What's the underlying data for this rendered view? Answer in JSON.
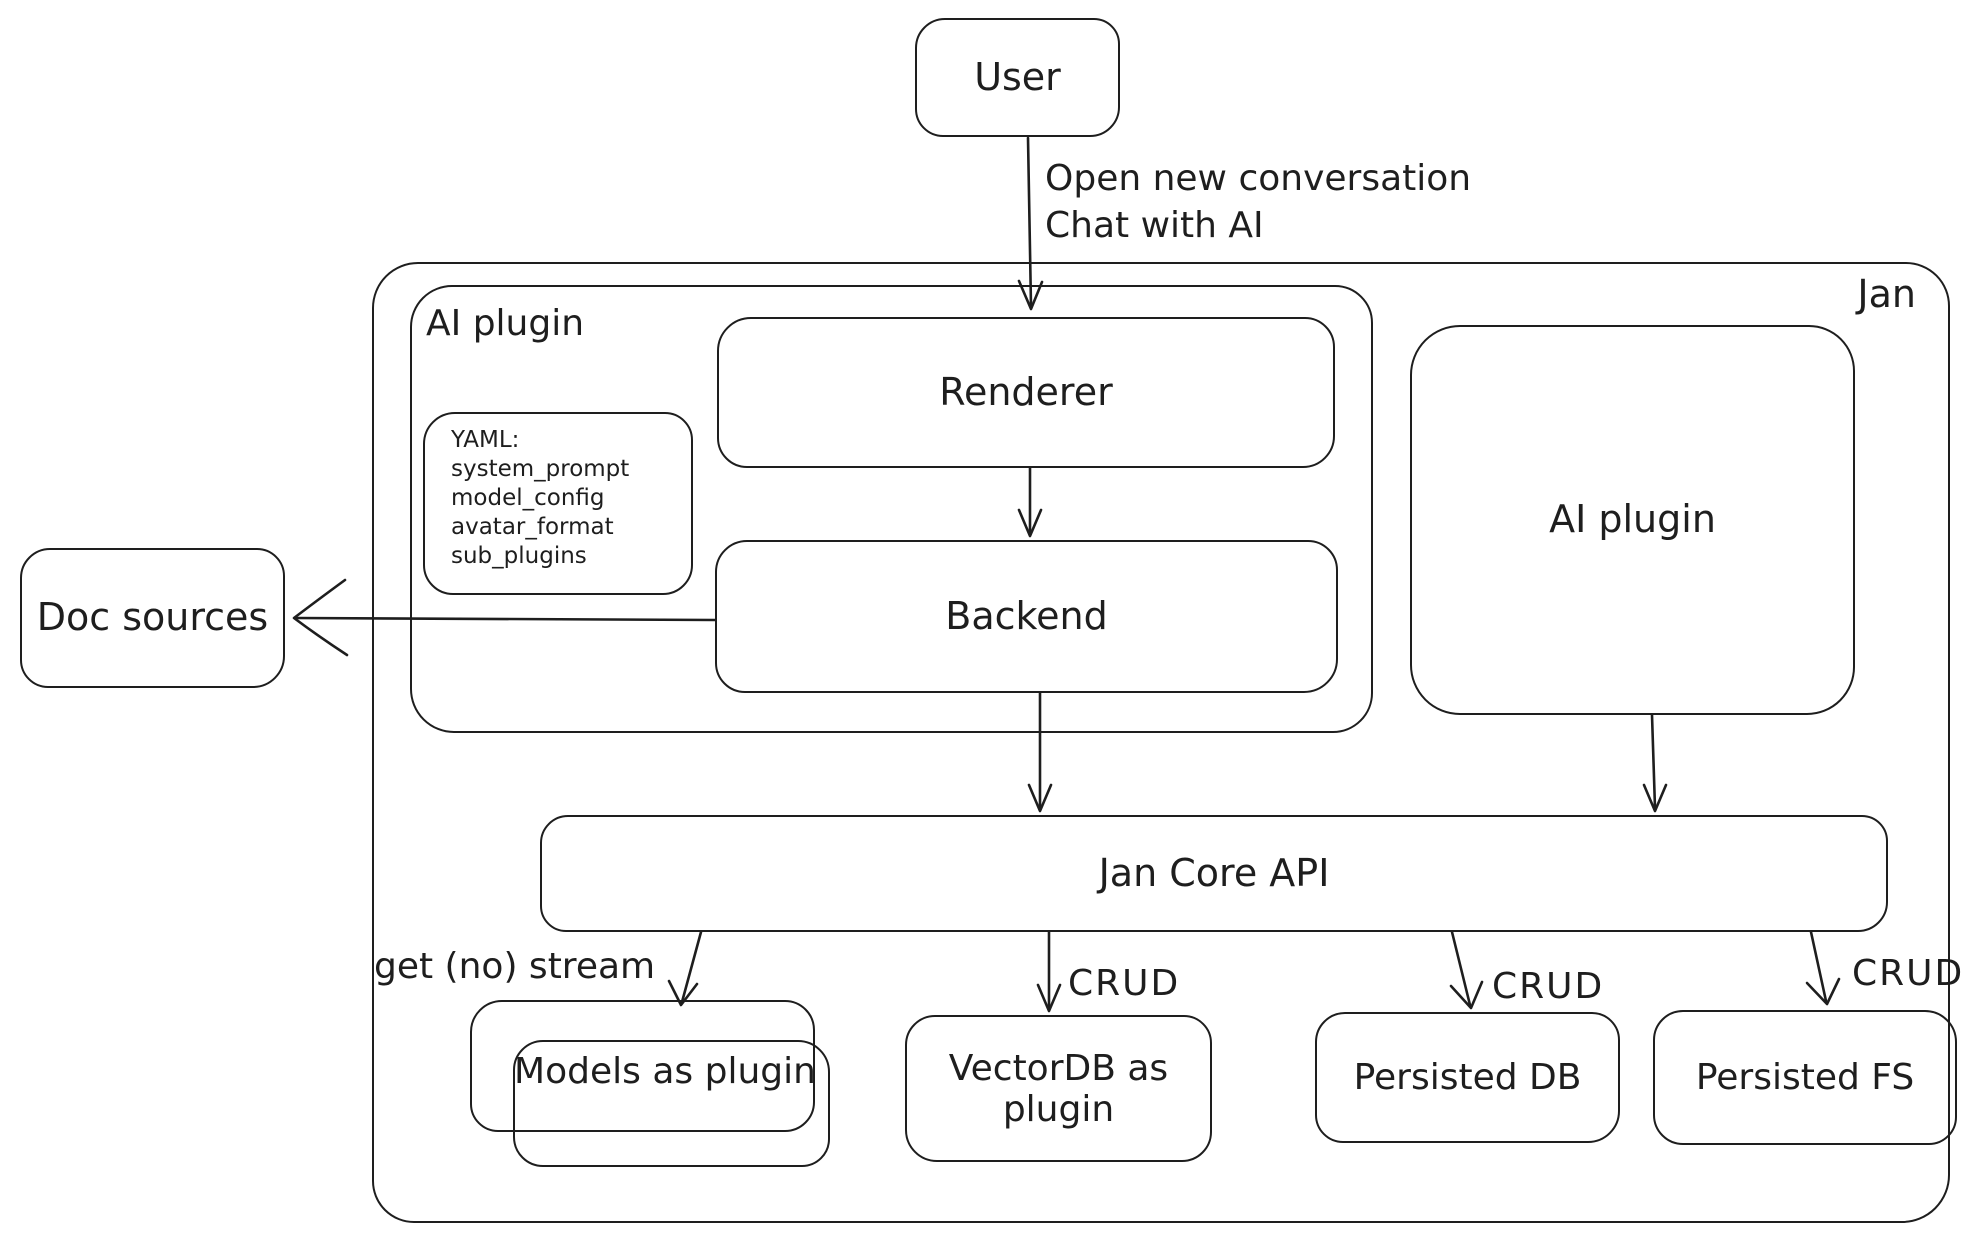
{
  "colors": {
    "stroke": "#1e1e1e",
    "background": "#ffffff"
  },
  "diagram": {
    "user_box": "User",
    "user_edge_label_line1": "Open new conversation",
    "user_edge_label_line2": "Chat with AI",
    "jan_container": "Jan",
    "ai_plugin_container": "AI plugin",
    "renderer_box": "Renderer",
    "backend_box": "Backend",
    "yaml_note": {
      "title": "YAML:",
      "lines": [
        "system_prompt",
        "model_config",
        "avatar_format",
        "sub_plugins"
      ]
    },
    "ai_plugin_right_box": "AI plugin",
    "doc_sources_box": "Doc sources",
    "jan_core_api_box": "Jan Core API",
    "get_no_stream_label": "get (no) stream",
    "crud_label_vectordb": "CRUD",
    "crud_label_persisted_db": "CRUD",
    "crud_label_persisted_fs": "CRUD",
    "models_box": "Models as plugin",
    "vectordb_box": "VectorDB as plugin",
    "persisted_db_box": "Persisted DB",
    "persisted_fs_box": "Persisted FS"
  }
}
